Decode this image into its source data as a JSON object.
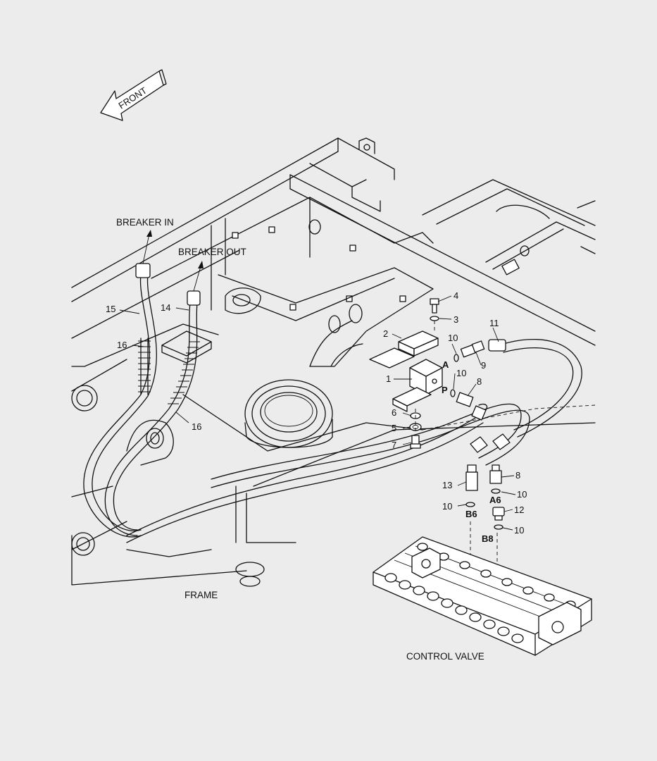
{
  "direction_label": "FRONT",
  "captions": {
    "breaker_in": "BREAKER IN",
    "breaker_out": "BREAKER OUT",
    "frame": "FRAME",
    "control_valve": "CONTROL VALVE"
  },
  "part_numbers": {
    "p1": "1",
    "p2": "2",
    "p3": "3",
    "p4": "4",
    "p5": "5",
    "p6": "6",
    "p7": "7",
    "p8a": "8",
    "p8b": "8",
    "p9": "9",
    "p10a": "10",
    "p10b": "10",
    "p10c": "10",
    "p10d": "10",
    "p10e": "10",
    "p11": "11",
    "p12": "12",
    "p13": "13",
    "p14": "14",
    "p15": "15",
    "p16a": "16",
    "p16b": "16"
  },
  "port_labels": {
    "a": "A",
    "p": "P",
    "a6": "A6",
    "b6": "B6",
    "b8": "B8"
  }
}
